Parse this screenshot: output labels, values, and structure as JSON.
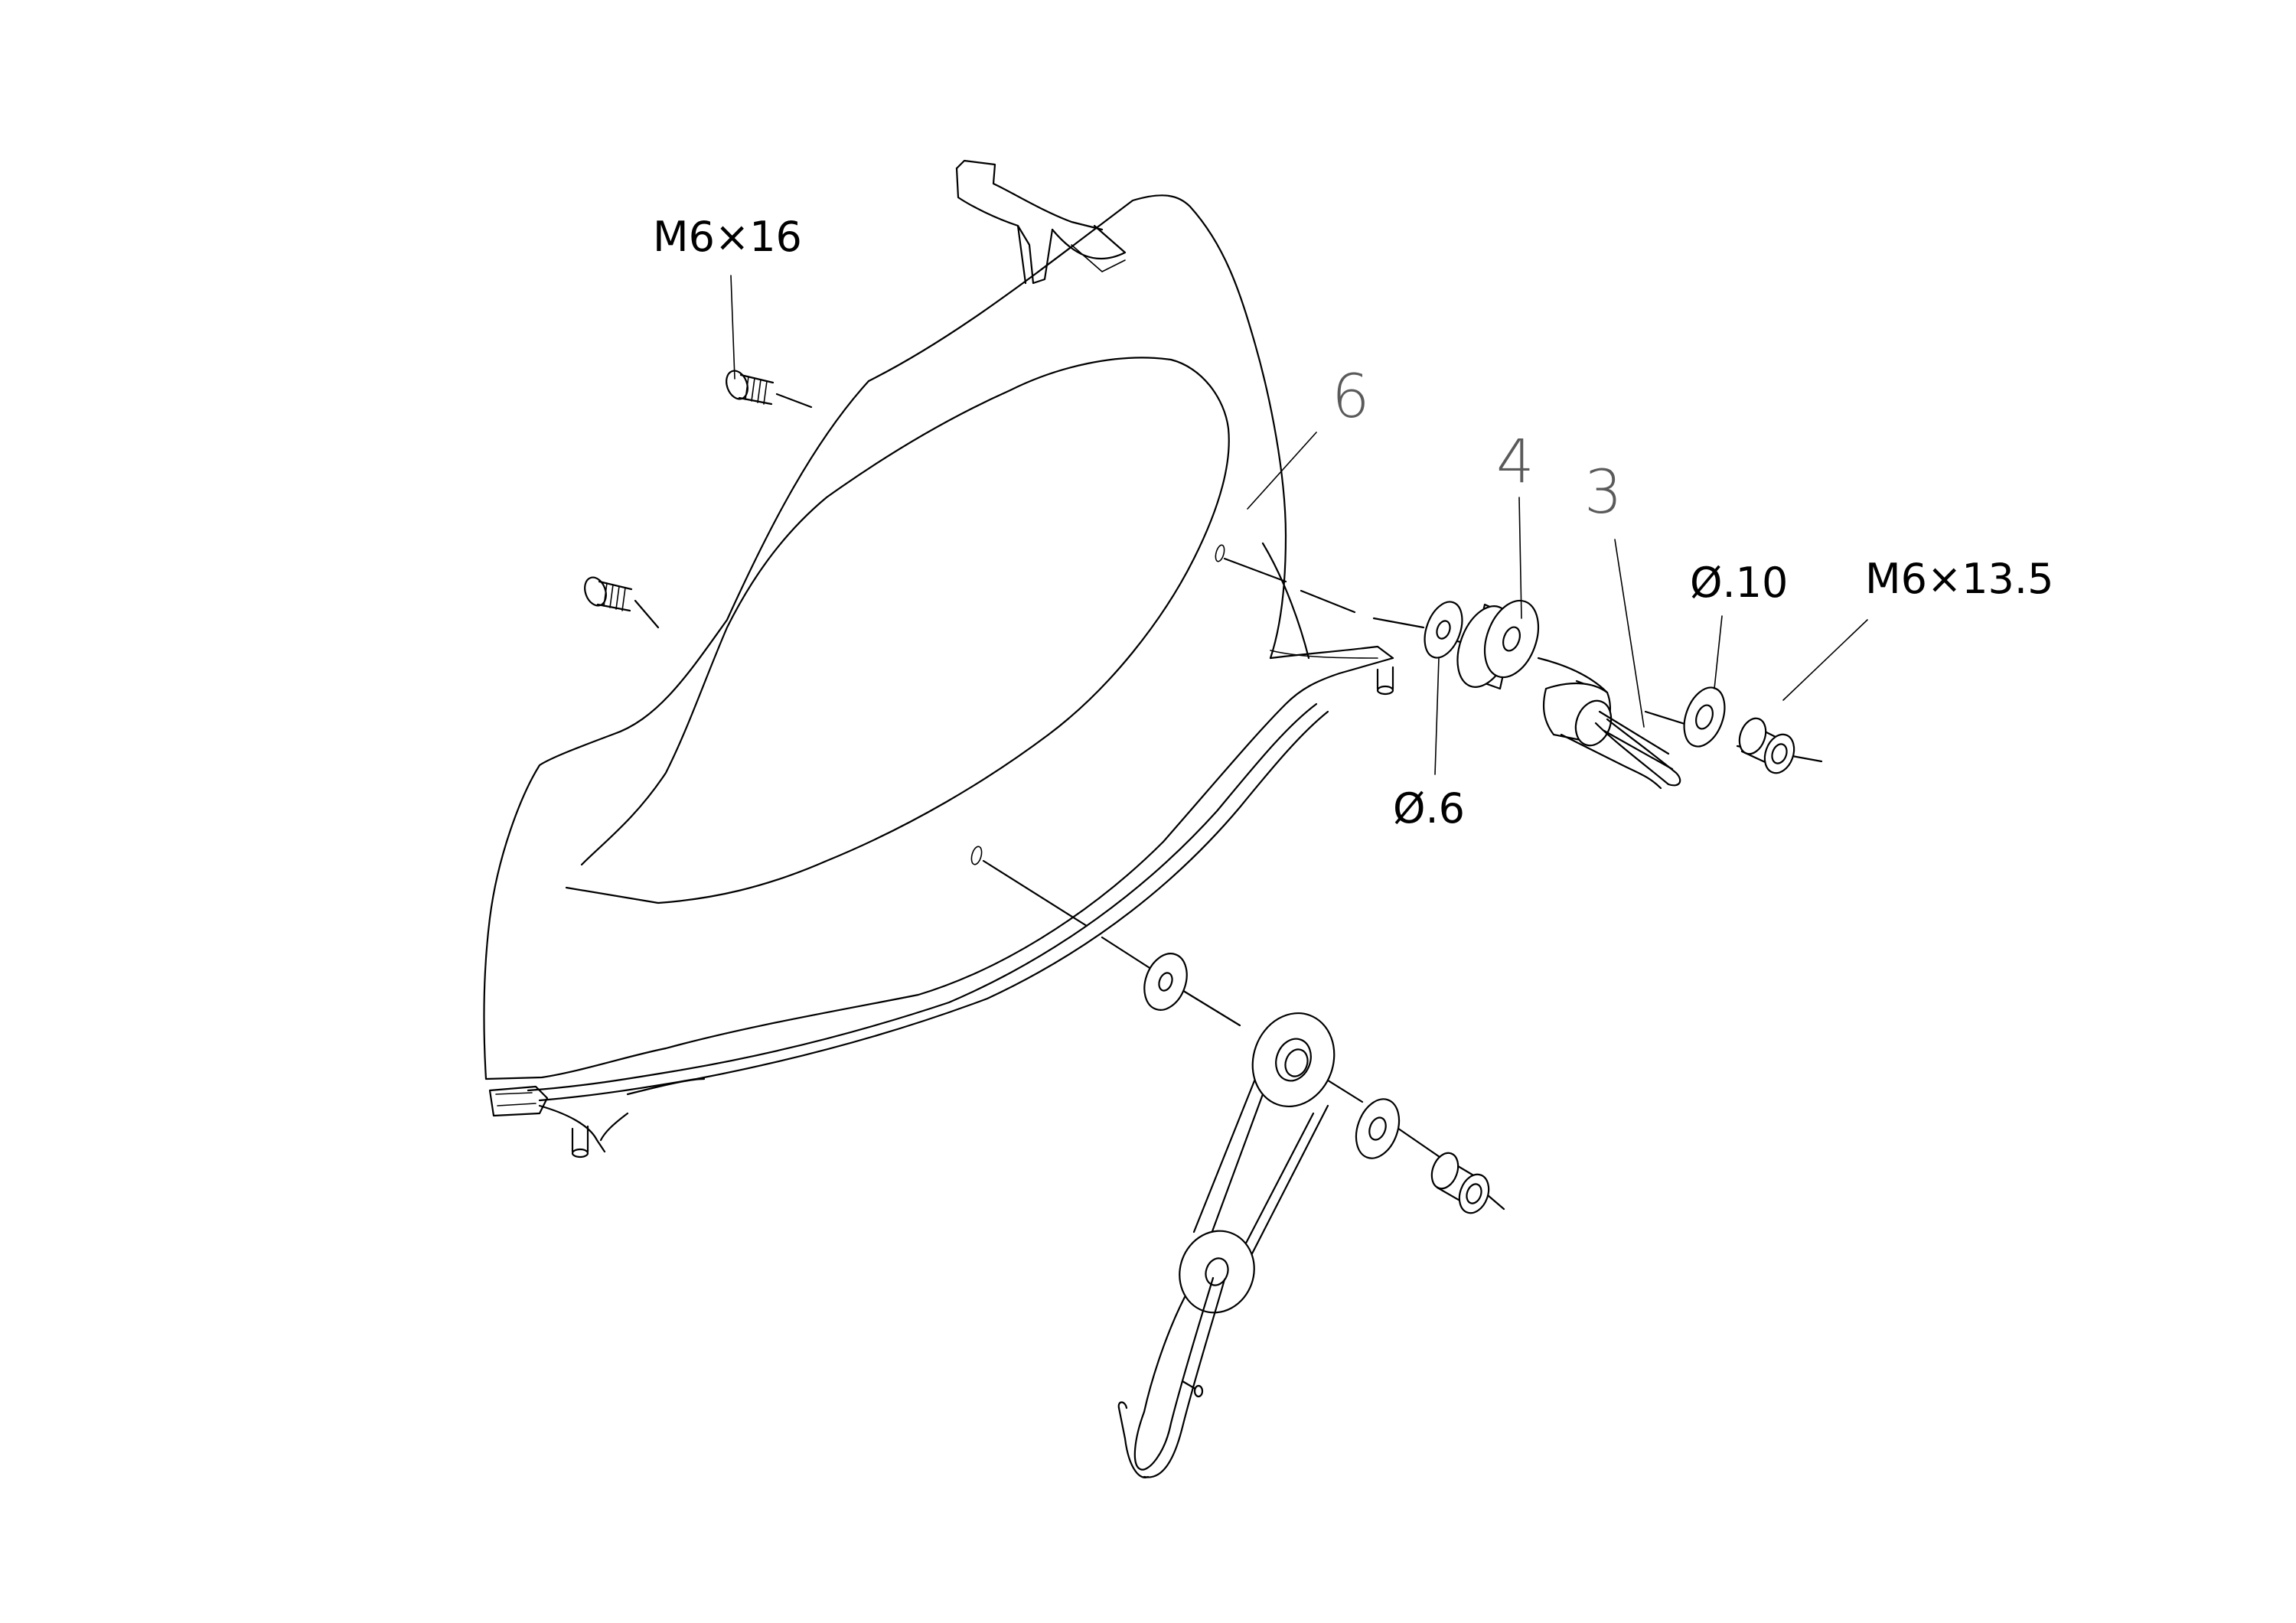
{
  "callouts": {
    "m6x16": "M6×16",
    "m6x13_5": "M6×13.5",
    "d10": "Ø.10",
    "d6": "Ø.6",
    "n6": "6",
    "n4": "4",
    "n3": "3"
  },
  "colors": {
    "line": "#000000",
    "part_number": "#5a5a5a",
    "background": "#ffffff"
  }
}
